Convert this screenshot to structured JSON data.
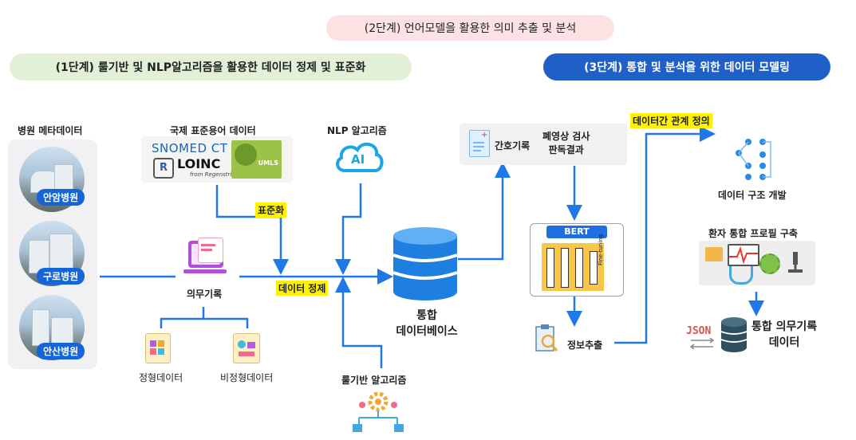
{
  "stage2": "(2단계) 언어모델을 활용한 의미 추출 및 분석",
  "stage1": "(1단계) 룰기반 및 NLP알고리즘을 활용한 데이터 정제 및 표준화",
  "stage3": "(3단계) 통합 및 분석을 위한 데이터 모델링",
  "hospital_meta": {
    "title": "병원 메타데이터",
    "hospitals": [
      "안암병원",
      "구로병원",
      "안산병원"
    ]
  },
  "intl_std": {
    "title": "국제 표준용어 데이터",
    "snomed": "SNOMED CT",
    "loinc": "LOINC",
    "loinc_sub": "from Regenstrief",
    "umls": "UMLS"
  },
  "nlp": {
    "title": "NLP 알고리즘",
    "ai": "AI"
  },
  "standardize": "표준화",
  "cleanse": "데이터 정제",
  "medical_record": "의무기록",
  "structured": "정형데이터",
  "unstructured": "비정형데이터",
  "rule_algo": "룰기반 알고리즘",
  "integrated_db": [
    "통합",
    "데이터베이스"
  ],
  "nursing": "간호기록",
  "imaging": [
    "폐영상 검사",
    "판독결과"
  ],
  "bert": {
    "title": "BERT",
    "finetune": "Fine-tuning"
  },
  "info_extract": "정보추출",
  "relation_def": "데이터간 관계 정의",
  "structure_dev": "데이터 구조 개발",
  "profile": "환자 통합 프로필 구축",
  "json": "JSON",
  "integrated_record": [
    "통합 의무기록",
    "데이터"
  ],
  "colors": {
    "arrow": "#1e78e8",
    "stage1_bg": "#e3f0d8",
    "stage2_bg": "#fde2e3",
    "stage3_bg": "#1f5fc8",
    "highlight": "#fff200",
    "db_blue": "#1f7fe0",
    "db_dark": "#2f4f5f"
  }
}
